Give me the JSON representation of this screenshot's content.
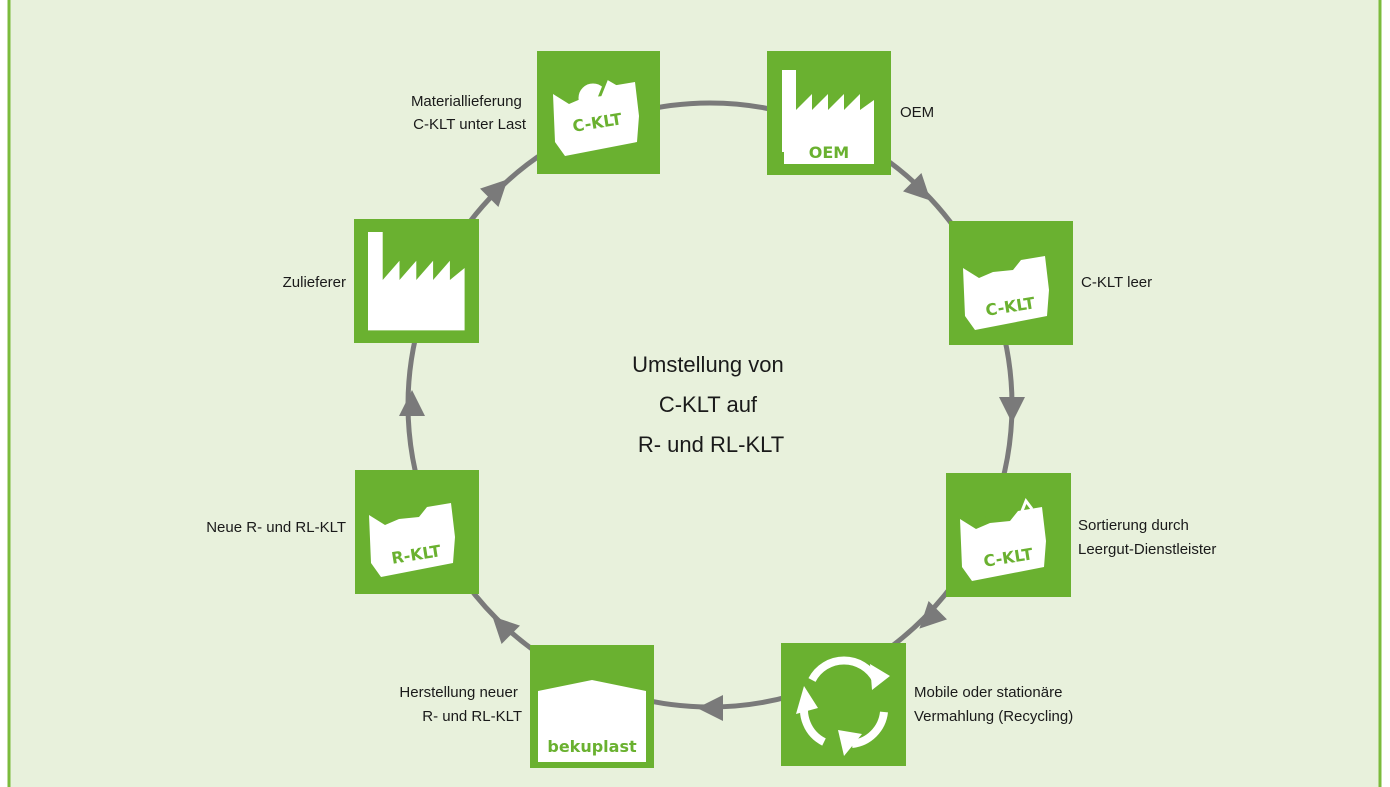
{
  "colors": {
    "background": "#e8f1dc",
    "frame": "#7bbb3c",
    "box": "#6ab130",
    "icon": "#ffffff",
    "ring": "#7a7a7a",
    "text": "#1a1a1a"
  },
  "center_title": [
    "Umstellung von",
    "C-KLT auf",
    "R- und RL-KLT"
  ],
  "nodes": {
    "oem": {
      "label": [
        "OEM"
      ],
      "icon": "factory-icon",
      "box_text": "OEM"
    },
    "cklt_empty": {
      "label": [
        "C-KLT leer"
      ],
      "icon": "container-icon",
      "box_text": "C-KLT"
    },
    "sorting": {
      "label": [
        "Sortierung durch",
        "Leergut-Dienstleister"
      ],
      "icon": "broken-container-icon",
      "box_text": "C-KLT"
    },
    "recycling": {
      "label": [
        "Mobile oder stationäre",
        "Vermahlung (Recycling)"
      ],
      "icon": "recycle-icon",
      "box_text": ""
    },
    "manufacturing": {
      "label": [
        "Herstellung neuer",
        "R- und RL-KLT"
      ],
      "icon": "building-icon",
      "box_text": "bekuplast"
    },
    "new_rklt": {
      "label": [
        "Neue R- und RL-KLT"
      ],
      "icon": "container-icon",
      "box_text": "R-KLT"
    },
    "supplier": {
      "label": [
        "Zulieferer"
      ],
      "icon": "factory-icon",
      "box_text": ""
    },
    "delivery": {
      "label": [
        "Materiallieferung",
        "C-KLT unter Last"
      ],
      "icon": "loaded-container-icon",
      "box_text": "C-KLT"
    }
  }
}
